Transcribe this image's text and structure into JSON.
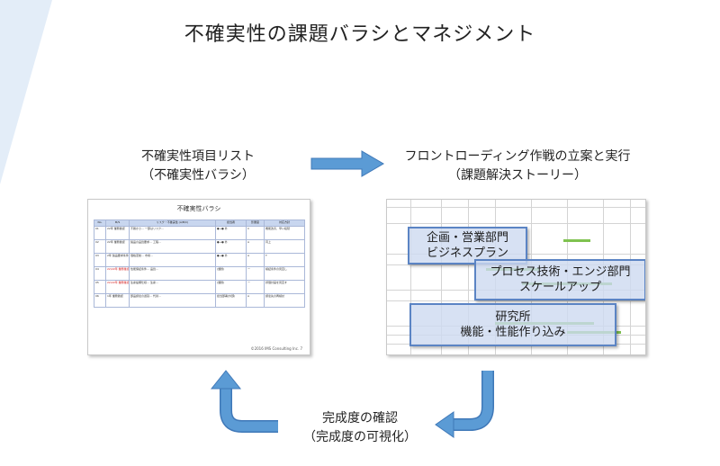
{
  "title": "不確実性の課題バラシとマネジメント",
  "left_label": {
    "line1": "不確実性項目リスト",
    "line2": "（不確実性バラシ）"
  },
  "right_label": {
    "line1": "フロントローディング作戦の立案と実行",
    "line2": "（課題解決ストーリー）"
  },
  "bottom_label": {
    "line1": "完成度の確認",
    "line2": "（完成度の可視化）"
  },
  "doc_thumbnail": {
    "title": "不確実性バラシ",
    "columns": [
      "No.",
      "M/S",
      "リスク・不確実性 (A/B/C)",
      "担当者",
      "影響度",
      "対応方針"
    ],
    "rows": [
      [
        "01",
        "22年 業務確認",
        "不確かさ… 一部はリスク…",
        "●→● 外",
        "C",
        "機能改善、早い段階"
      ],
      [
        "02",
        "22年 業務確認",
        "製品の品質要求… 工程…",
        "●→● 外",
        "A",
        "同上"
      ],
      [
        "03",
        "2年 製品要求条件",
        "価格変動… 市場…",
        "●→● 外",
        "A",
        "T"
      ],
      [
        "04",
        "22/22年 業務確認",
        "性能保証条件… 品質…",
        "(課題)",
        "ー",
        "検証条件の見直し"
      ],
      [
        "05",
        "22/22年 業務確認",
        "生産設備仕様… 生産…",
        "(課題)",
        "ー",
        "評価計画を見直す"
      ],
      [
        "06",
        "1年 業務確認",
        "部品調達の遅延… 代替…",
        "担当部署(外部)",
        "A",
        "調達先の再検討"
      ]
    ],
    "footer": "©2016 IMS Consulting Inc.  7"
  },
  "gantt_thumbnail": {
    "callouts": [
      {
        "line1": "企画・営業部門",
        "line2": "ビジネスプラン"
      },
      {
        "line1": "プロセス技術・エンジ部門",
        "line2": "スケールアップ"
      },
      {
        "line1": "研究所",
        "line2": "機能・性能作り込み"
      }
    ]
  },
  "colors": {
    "arrow_blue": "#5b9bd5",
    "accent_bg": "#e3edf8",
    "callout_border": "#5b84c4",
    "bar_green": "#7fc24f"
  },
  "icons": [
    "right-arrow-icon",
    "down-curved-arrow-icon",
    "up-curved-arrow-icon"
  ]
}
